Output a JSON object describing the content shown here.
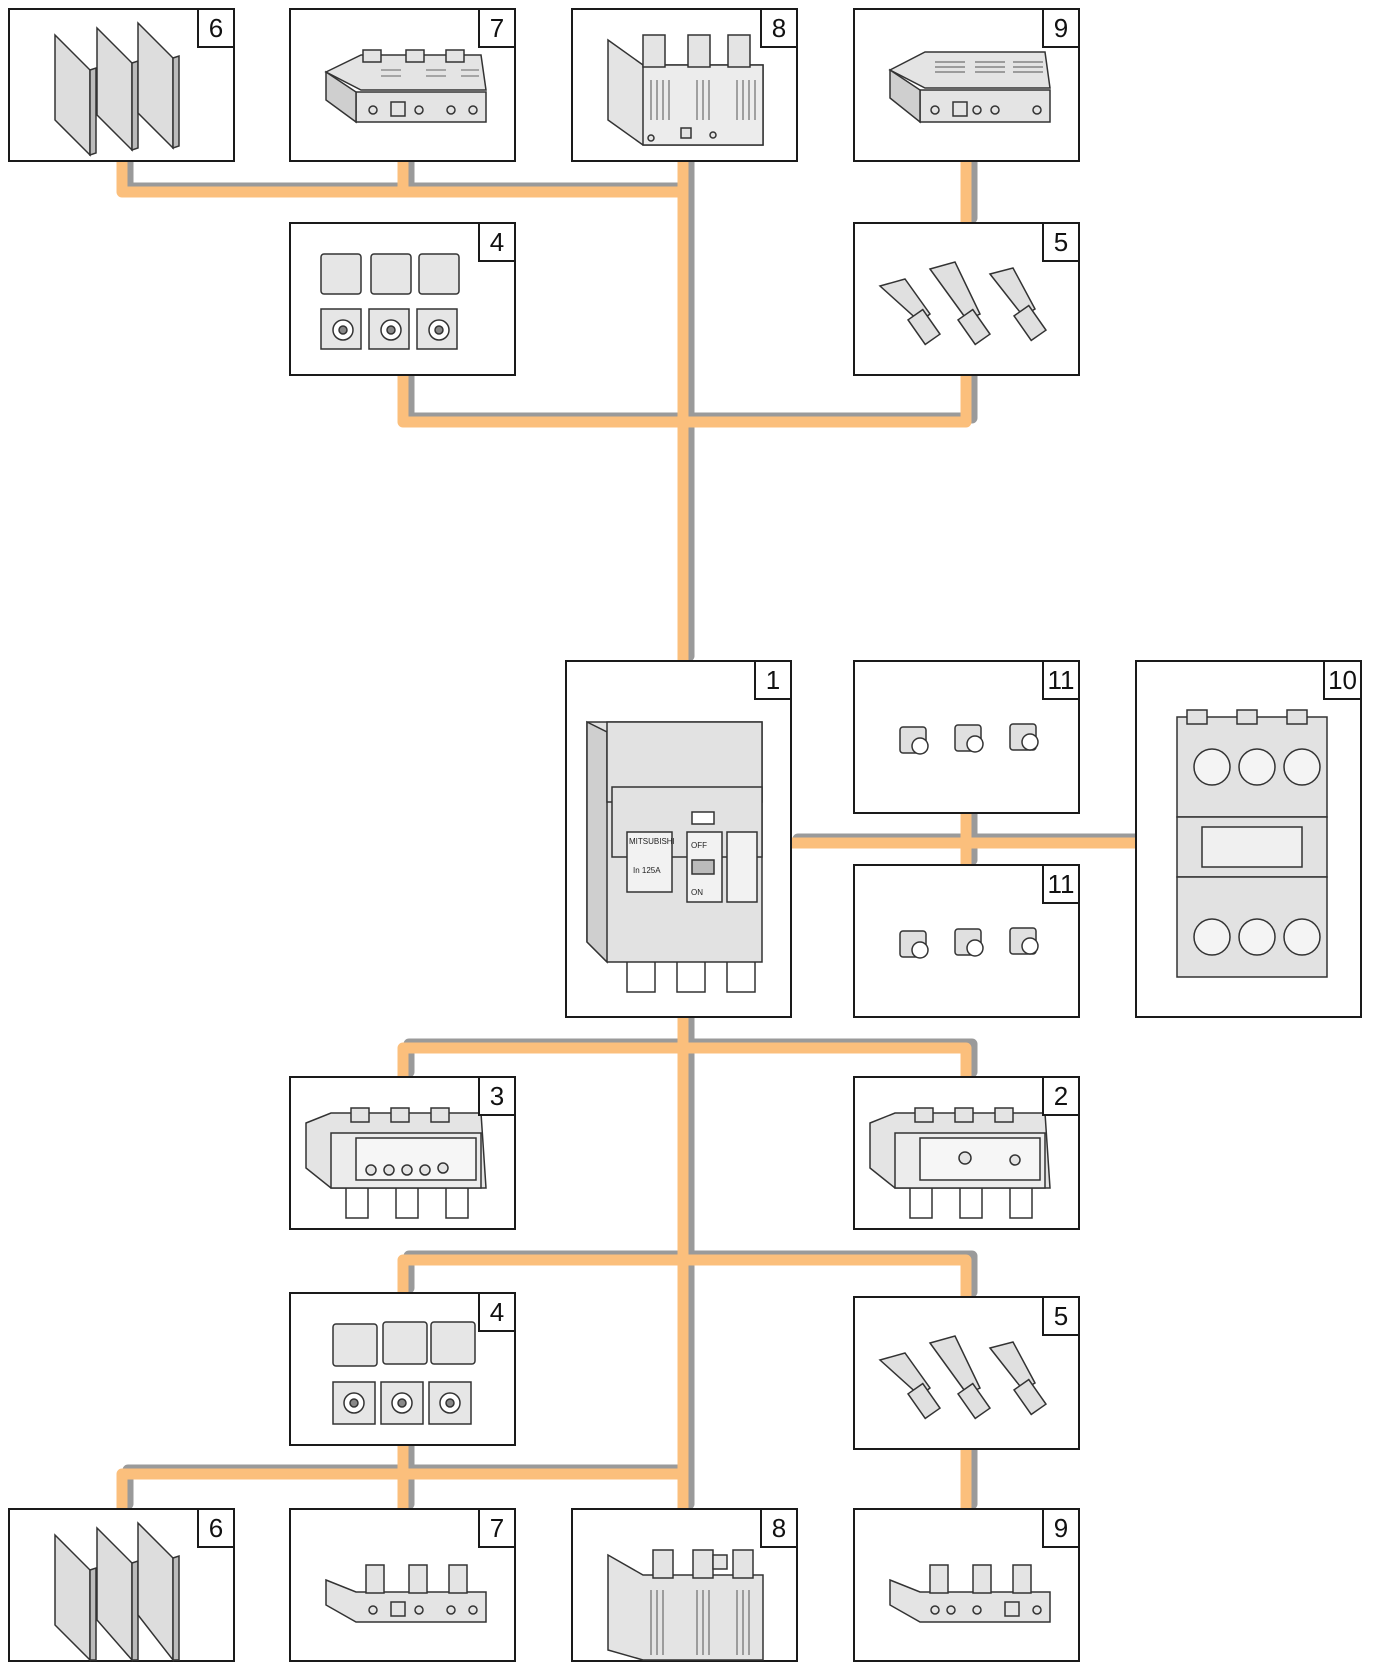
{
  "colors": {
    "connector": "#fbbf7c",
    "connector_shadow": "#9a9a9a",
    "border": "#1a1a1a"
  },
  "cards": [
    {
      "id": "top-6",
      "label": "6",
      "icon": "phase-barrier-icon"
    },
    {
      "id": "top-7",
      "label": "7",
      "icon": "terminal-cover-icon"
    },
    {
      "id": "top-8",
      "label": "8",
      "icon": "long-terminal-cover-icon"
    },
    {
      "id": "top-9",
      "label": "9",
      "icon": "terminal-cover-slotted-icon"
    },
    {
      "id": "top-4",
      "label": "4",
      "icon": "box-terminal-icon"
    },
    {
      "id": "top-5",
      "label": "5",
      "icon": "cable-lug-icon"
    },
    {
      "id": "breaker",
      "label": "1",
      "icon": "circuit-breaker-icon"
    },
    {
      "id": "mid-11a",
      "label": "11",
      "icon": "stud-terminal-icon"
    },
    {
      "id": "mid-11b",
      "label": "11",
      "icon": "stud-terminal-icon"
    },
    {
      "id": "plugin",
      "label": "10",
      "icon": "plug-in-base-icon"
    },
    {
      "id": "mid-3",
      "label": "3",
      "icon": "trip-unit-icon"
    },
    {
      "id": "mid-2",
      "label": "2",
      "icon": "trip-unit-icon"
    },
    {
      "id": "bot-4",
      "label": "4",
      "icon": "box-terminal-icon"
    },
    {
      "id": "bot-5",
      "label": "5",
      "icon": "cable-lug-icon"
    },
    {
      "id": "bot-6",
      "label": "6",
      "icon": "phase-barrier-icon"
    },
    {
      "id": "bot-7",
      "label": "7",
      "icon": "terminal-cover-icon"
    },
    {
      "id": "bot-8",
      "label": "8",
      "icon": "long-terminal-cover-icon"
    },
    {
      "id": "bot-9",
      "label": "9",
      "icon": "terminal-cover-slotted-icon"
    }
  ],
  "breaker": {
    "brand": "MITSUBISHI",
    "rating": "In 125A",
    "off_label": "OFF",
    "on_label": "ON"
  }
}
